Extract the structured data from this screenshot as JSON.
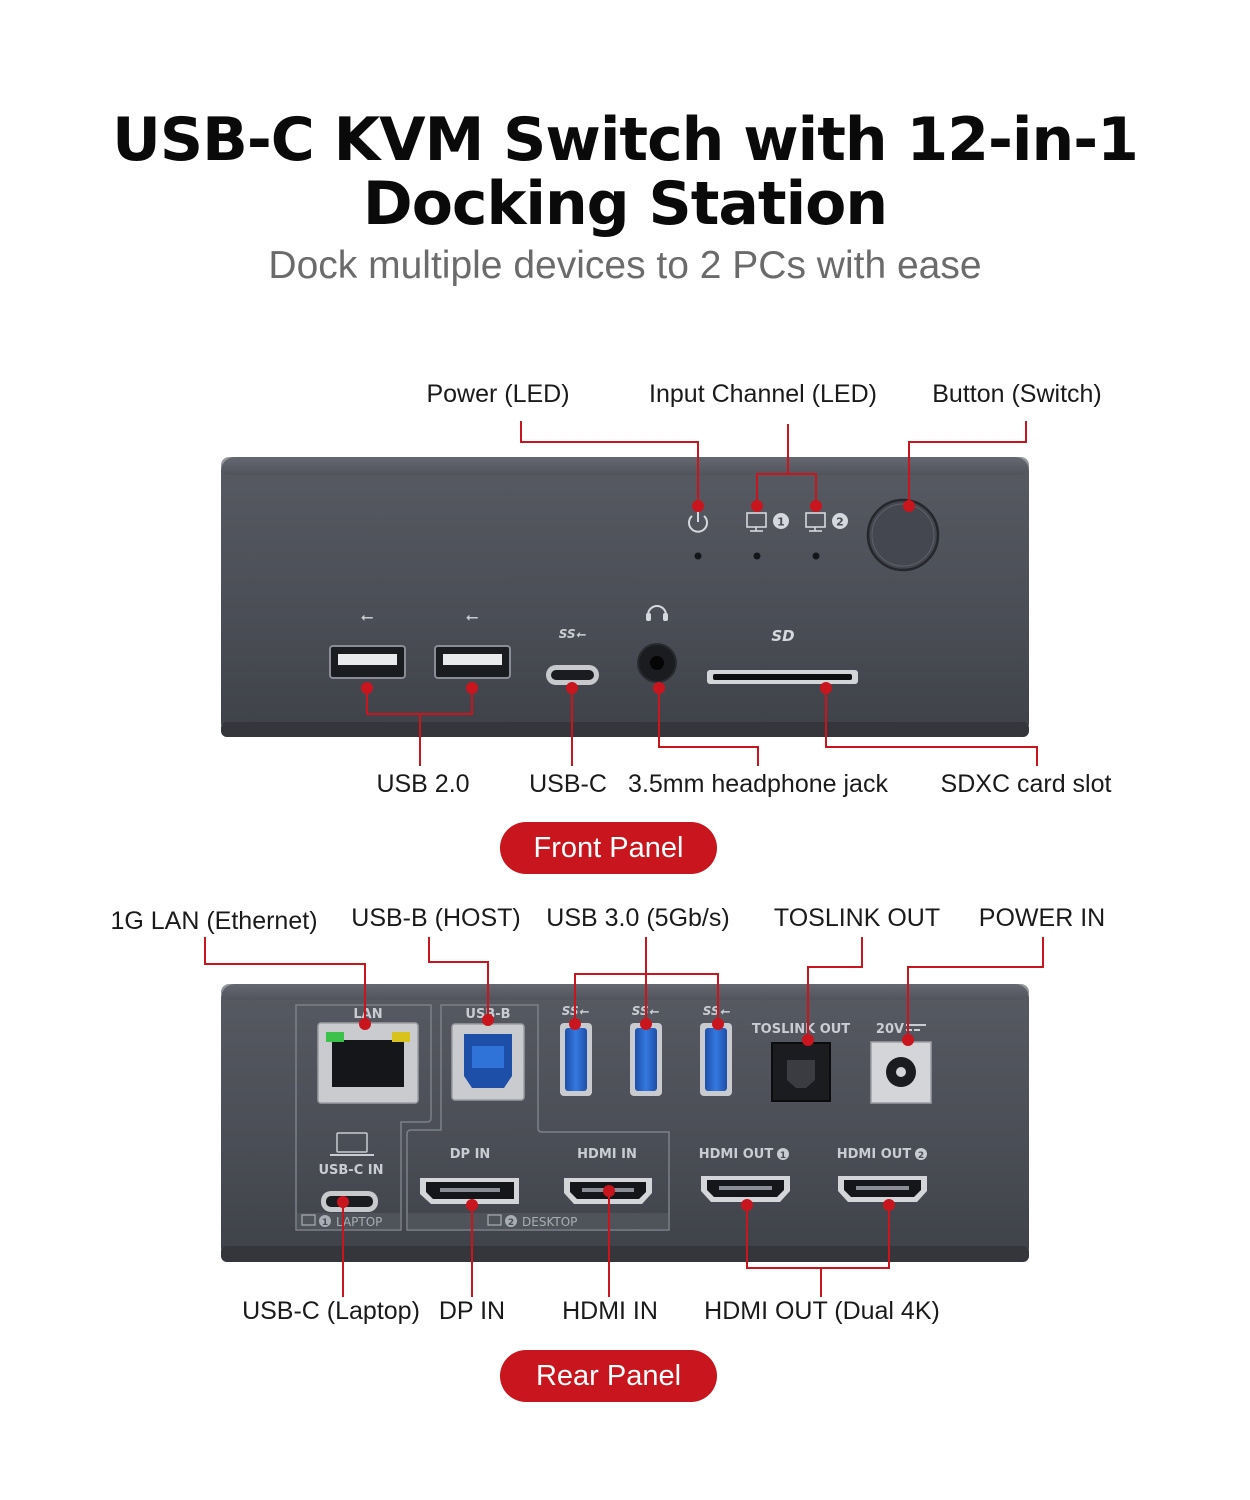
{
  "header": {
    "title_line1": "USB-C KVM Switch with 12-in-1",
    "title_line2": "Docking Station",
    "subtitle": "Dock multiple devices to 2 PCs with ease"
  },
  "front": {
    "panel_label": "Front Panel",
    "callouts": {
      "power_led": "Power (LED)",
      "input_channel": "Input Channel (LED)",
      "button": "Button (Switch)",
      "usb2": "USB 2.0",
      "usbc": "USB-C",
      "headphone": "3.5mm headphone jack",
      "sdxc": "SDXC card slot"
    },
    "device_marks": {
      "ch1": "1",
      "ch2": "2"
    }
  },
  "rear": {
    "panel_label": "Rear Panel",
    "callouts": {
      "lan": "1G LAN (Ethernet)",
      "usbb": "USB-B (HOST)",
      "usb3": "USB 3.0 (5Gb/s)",
      "toslink": "TOSLINK OUT",
      "power_in": "POWER IN",
      "usbc_laptop": "USB-C (Laptop)",
      "dp_in": "DP IN",
      "hdmi_in": "HDMI IN",
      "hdmi_out": "HDMI OUT (Dual 4K)"
    },
    "device_labels": {
      "lan": "LAN",
      "usbb": "USB-B",
      "toslink": "TOSLINK OUT",
      "power": "20V",
      "usbc_in": "USB-C IN",
      "laptop": "LAPTOP",
      "dp_in": "DP IN",
      "hdmi_in": "HDMI IN",
      "desktop": "DESKTOP",
      "hdmi_out1": "HDMI OUT",
      "hdmi_out2": "HDMI OUT",
      "num1": "1",
      "num2": "2"
    }
  },
  "colors": {
    "accent": "#c9151d",
    "device_body": "#4a4d55",
    "port_blue": "#2d6bd1"
  }
}
